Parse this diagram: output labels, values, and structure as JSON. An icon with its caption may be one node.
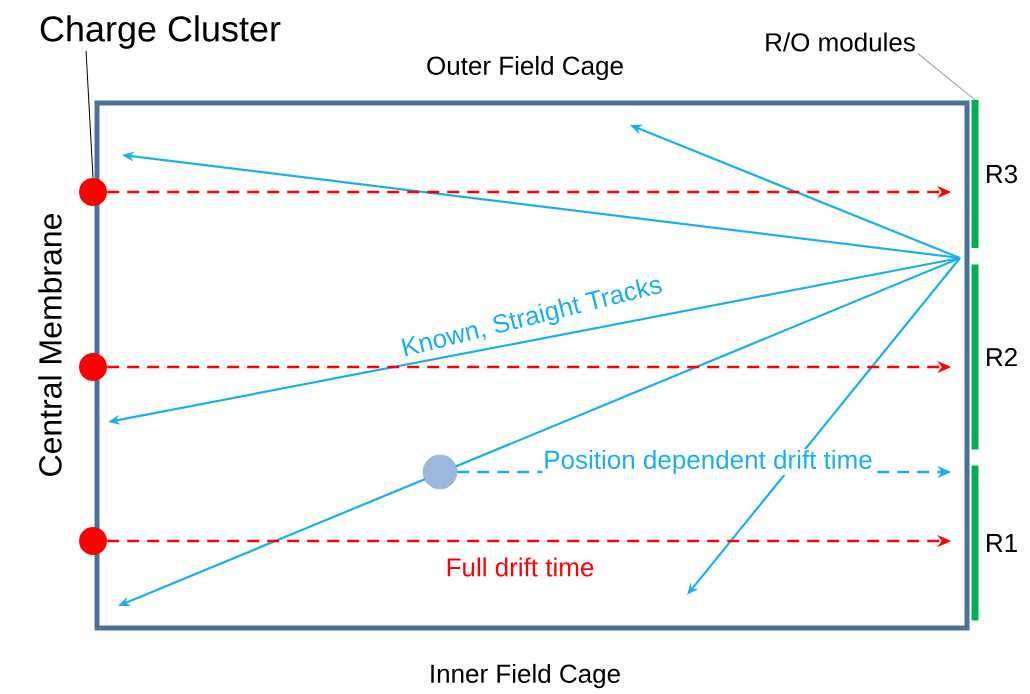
{
  "diagram": {
    "nodes": [
      {
        "text": [],
        "shape": "box"
      },
      {
        "text": [
          "Charge Cluster"
        ]
      },
      {
        "text": [],
        "shape": "circle"
      },
      {
        "text": [],
        "shape": "circle"
      },
      {
        "text": [],
        "shape": "circle"
      },
      {
        "text": [],
        "shape": "circle",
        "in": 0
      },
      {
        "text": [
          "R/O modules"
        ]
      },
      {
        "text": [
          "R3"
        ]
      },
      {
        "text": [
          "R2"
        ]
      },
      {
        "text": [
          "R1"
        ]
      }
    ],
    "edges": [
      {
        "from": 1,
        "to": 2,
        "arrow": "none",
        "color": "#000000"
      },
      {
        "from": 6,
        "to": 7,
        "arrow": "none",
        "color": "#a0a0a0"
      },
      {
        "from": 2,
        "to": 7,
        "arrow": "to",
        "style": "dashed",
        "color": "#ff0000"
      },
      {
        "from": 3,
        "to": 8,
        "arrow": "to",
        "style": "dashed",
        "color": "#ff0000"
      },
      {
        "from": 4,
        "to": 9,
        "arrow": "to",
        "style": "dashed",
        "color": "#ff0000",
        "label": "Full drift time"
      },
      {
        "from": 5,
        "to": 9,
        "arrow": "to",
        "style": "dashed",
        "color": "#1ab0f0",
        "label": "Position dependent drift time"
      }
    ],
    "labels": [
      "Outer Field Cage",
      "Inner Field Cage",
      "Central Membrane",
      "Known, Straight Tracks"
    ]
  }
}
